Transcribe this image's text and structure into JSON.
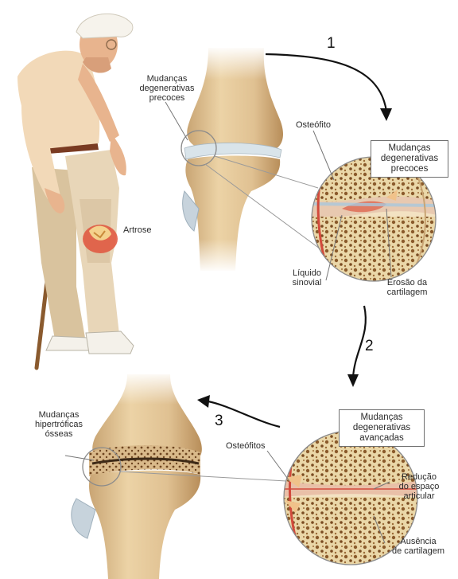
{
  "labels": {
    "early_changes_knee": "Mudanças\ndegenerativas\nprecoces",
    "osteophyte": "Osteófito",
    "early_changes_box": "Mudanças\ndegenerativas\nprecoces",
    "arthrosis": "Artrose",
    "synovial_fluid": "Líquido\nsinovial",
    "cartilage_erosion": "Erosão da\ncartilagem",
    "advanced_changes_box": "Mudanças\ndegenerativas\navançadas",
    "hypertrophic_changes": "Mudanças\nhipertróficas\nósseas",
    "osteophytes": "Osteófitos",
    "space_reduction": "Redução\ndo espaço\narticular",
    "cartilage_absence": "Ausência\nde cartilagem"
  },
  "steps": {
    "one": "1",
    "two": "2",
    "three": "3"
  },
  "colors": {
    "bone": "#e3c79b",
    "bone_shadow": "#c9a574",
    "spongy_bone": "#ead7a8",
    "cartilage": "#d9e4ea",
    "skin": "#e8b48e",
    "shirt": "#f2d9b8",
    "trousers": "#e5d2b3",
    "inflamed_joint": "#e0533c",
    "arrow": "#111111"
  }
}
